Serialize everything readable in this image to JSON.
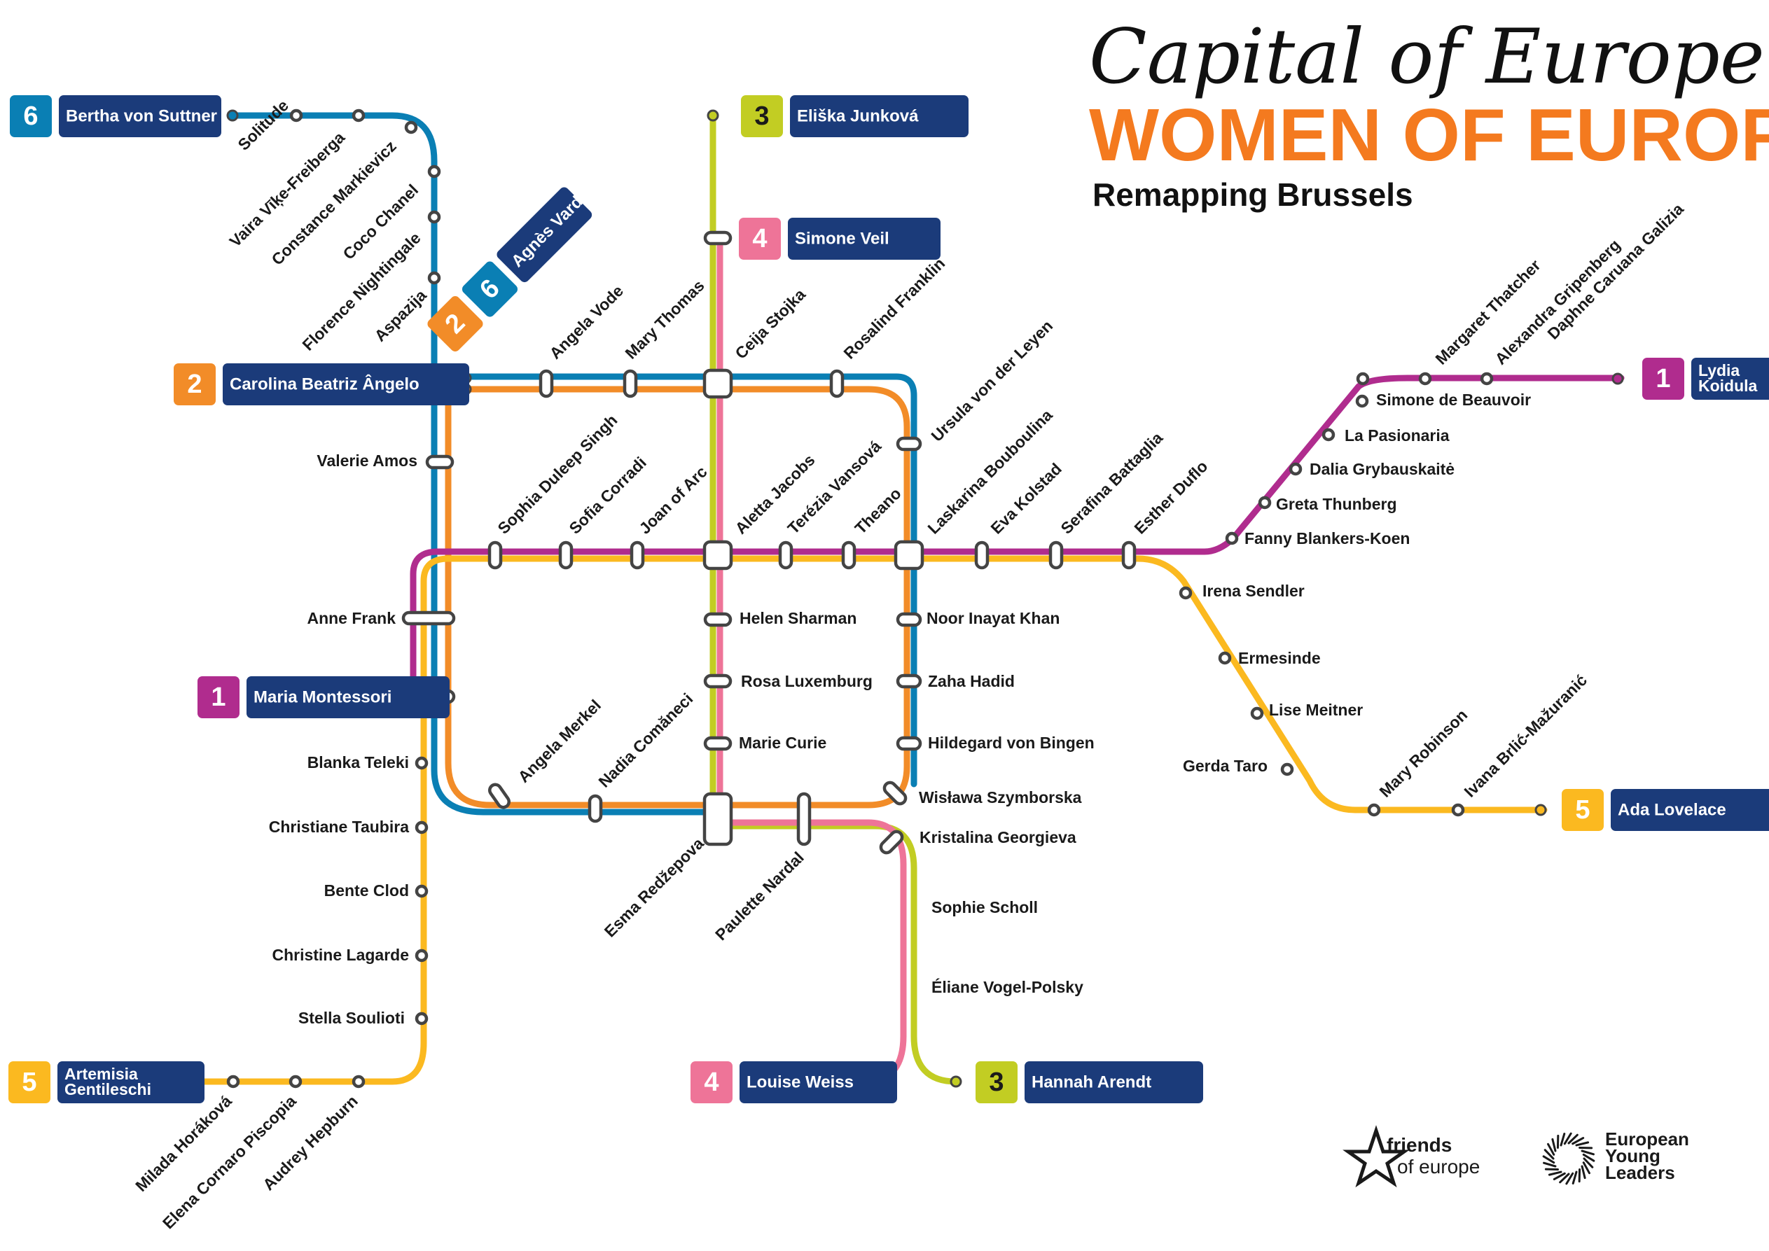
{
  "header": {
    "title_italic": "Capital of Europe",
    "title_main": "WOMEN OF EUROPE",
    "subtitle": "Remapping Brussels"
  },
  "lines": [
    {
      "number": "1",
      "color": "#b02c8e"
    },
    {
      "number": "2",
      "color": "#f28c28"
    },
    {
      "number": "3",
      "color": "#c2cd23"
    },
    {
      "number": "4",
      "color": "#ee7498"
    },
    {
      "number": "5",
      "color": "#fbb920"
    },
    {
      "number": "6",
      "color": "#0a7fb4"
    }
  ],
  "terminals": [
    {
      "line": "6",
      "name": "Bertha von Suttner"
    },
    {
      "line": "3",
      "name": "Eliška Junková"
    },
    {
      "line": "4",
      "name": "Simone Veil"
    },
    {
      "line": "2",
      "name": "Carolina Beatriz Ângelo"
    },
    {
      "line": "1",
      "name": "Lydia Koidula"
    },
    {
      "line": "1",
      "name": "Maria Montessori"
    },
    {
      "line": "5",
      "name": "Ada Lovelace"
    },
    {
      "line": "5",
      "name": "Artemisia Gentileschi"
    },
    {
      "line": "4",
      "name": "Louise Weiss"
    },
    {
      "line": "3",
      "name": "Hannah Arendt"
    },
    {
      "line": "2, 6",
      "name": "Agnès Varda"
    }
  ],
  "stations": [
    "Solitude",
    "Vaira Vīķe-Freiberga",
    "Constance Markievicz",
    "Coco Chanel",
    "Florence Nightingale",
    "Aspazija",
    "Angela Vode",
    "Mary Thomas",
    "Ceija Stojka",
    "Rosalind Franklin",
    "Ursula von der Leyen",
    "Valerie Amos",
    "Sophia Duleep Singh",
    "Sofia Corradi",
    "Joan of Arc",
    "Aletta Jacobs",
    "Terézia Vansová",
    "Theano",
    "Laskarina Bouboulina",
    "Eva Kolstad",
    "Serafina Battaglia",
    "Esther Duflo",
    "Margaret Thatcher",
    "Alexandra Gripenberg",
    "Daphne Caruana Galizia",
    "Simone de Beauvoir",
    "La Pasionaria",
    "Dalia Grybauskaitė",
    "Greta Thunberg",
    "Fanny Blankers-Koen",
    "Irena Sendler",
    "Ermesinde",
    "Lise Meitner",
    "Gerda Taro",
    "Mary Robinson",
    "Ivana Brlić-Mažuranić",
    "Anne Frank",
    "Helen Sharman",
    "Noor Inayat Khan",
    "Rosa Luxemburg",
    "Zaha Hadid",
    "Marie Curie",
    "Hildegard von Bingen",
    "Wisława Szymborska",
    "Kristalina Georgieva",
    "Sophie Scholl",
    "Éliane Vogel-Polsky",
    "Blanka Teleki",
    "Christiane Taubira",
    "Bente Clod",
    "Christine Lagarde",
    "Stella Soulioti",
    "Angela Merkel",
    "Nadia Comăneci",
    "Esma Redžepova",
    "Paulette Nardal",
    "Milada Horáková",
    "Elena Cornaro Piscopia",
    "Audrey Hepburn"
  ],
  "logos": {
    "friends": "friends of europe",
    "eyl": "European Young Leaders"
  }
}
